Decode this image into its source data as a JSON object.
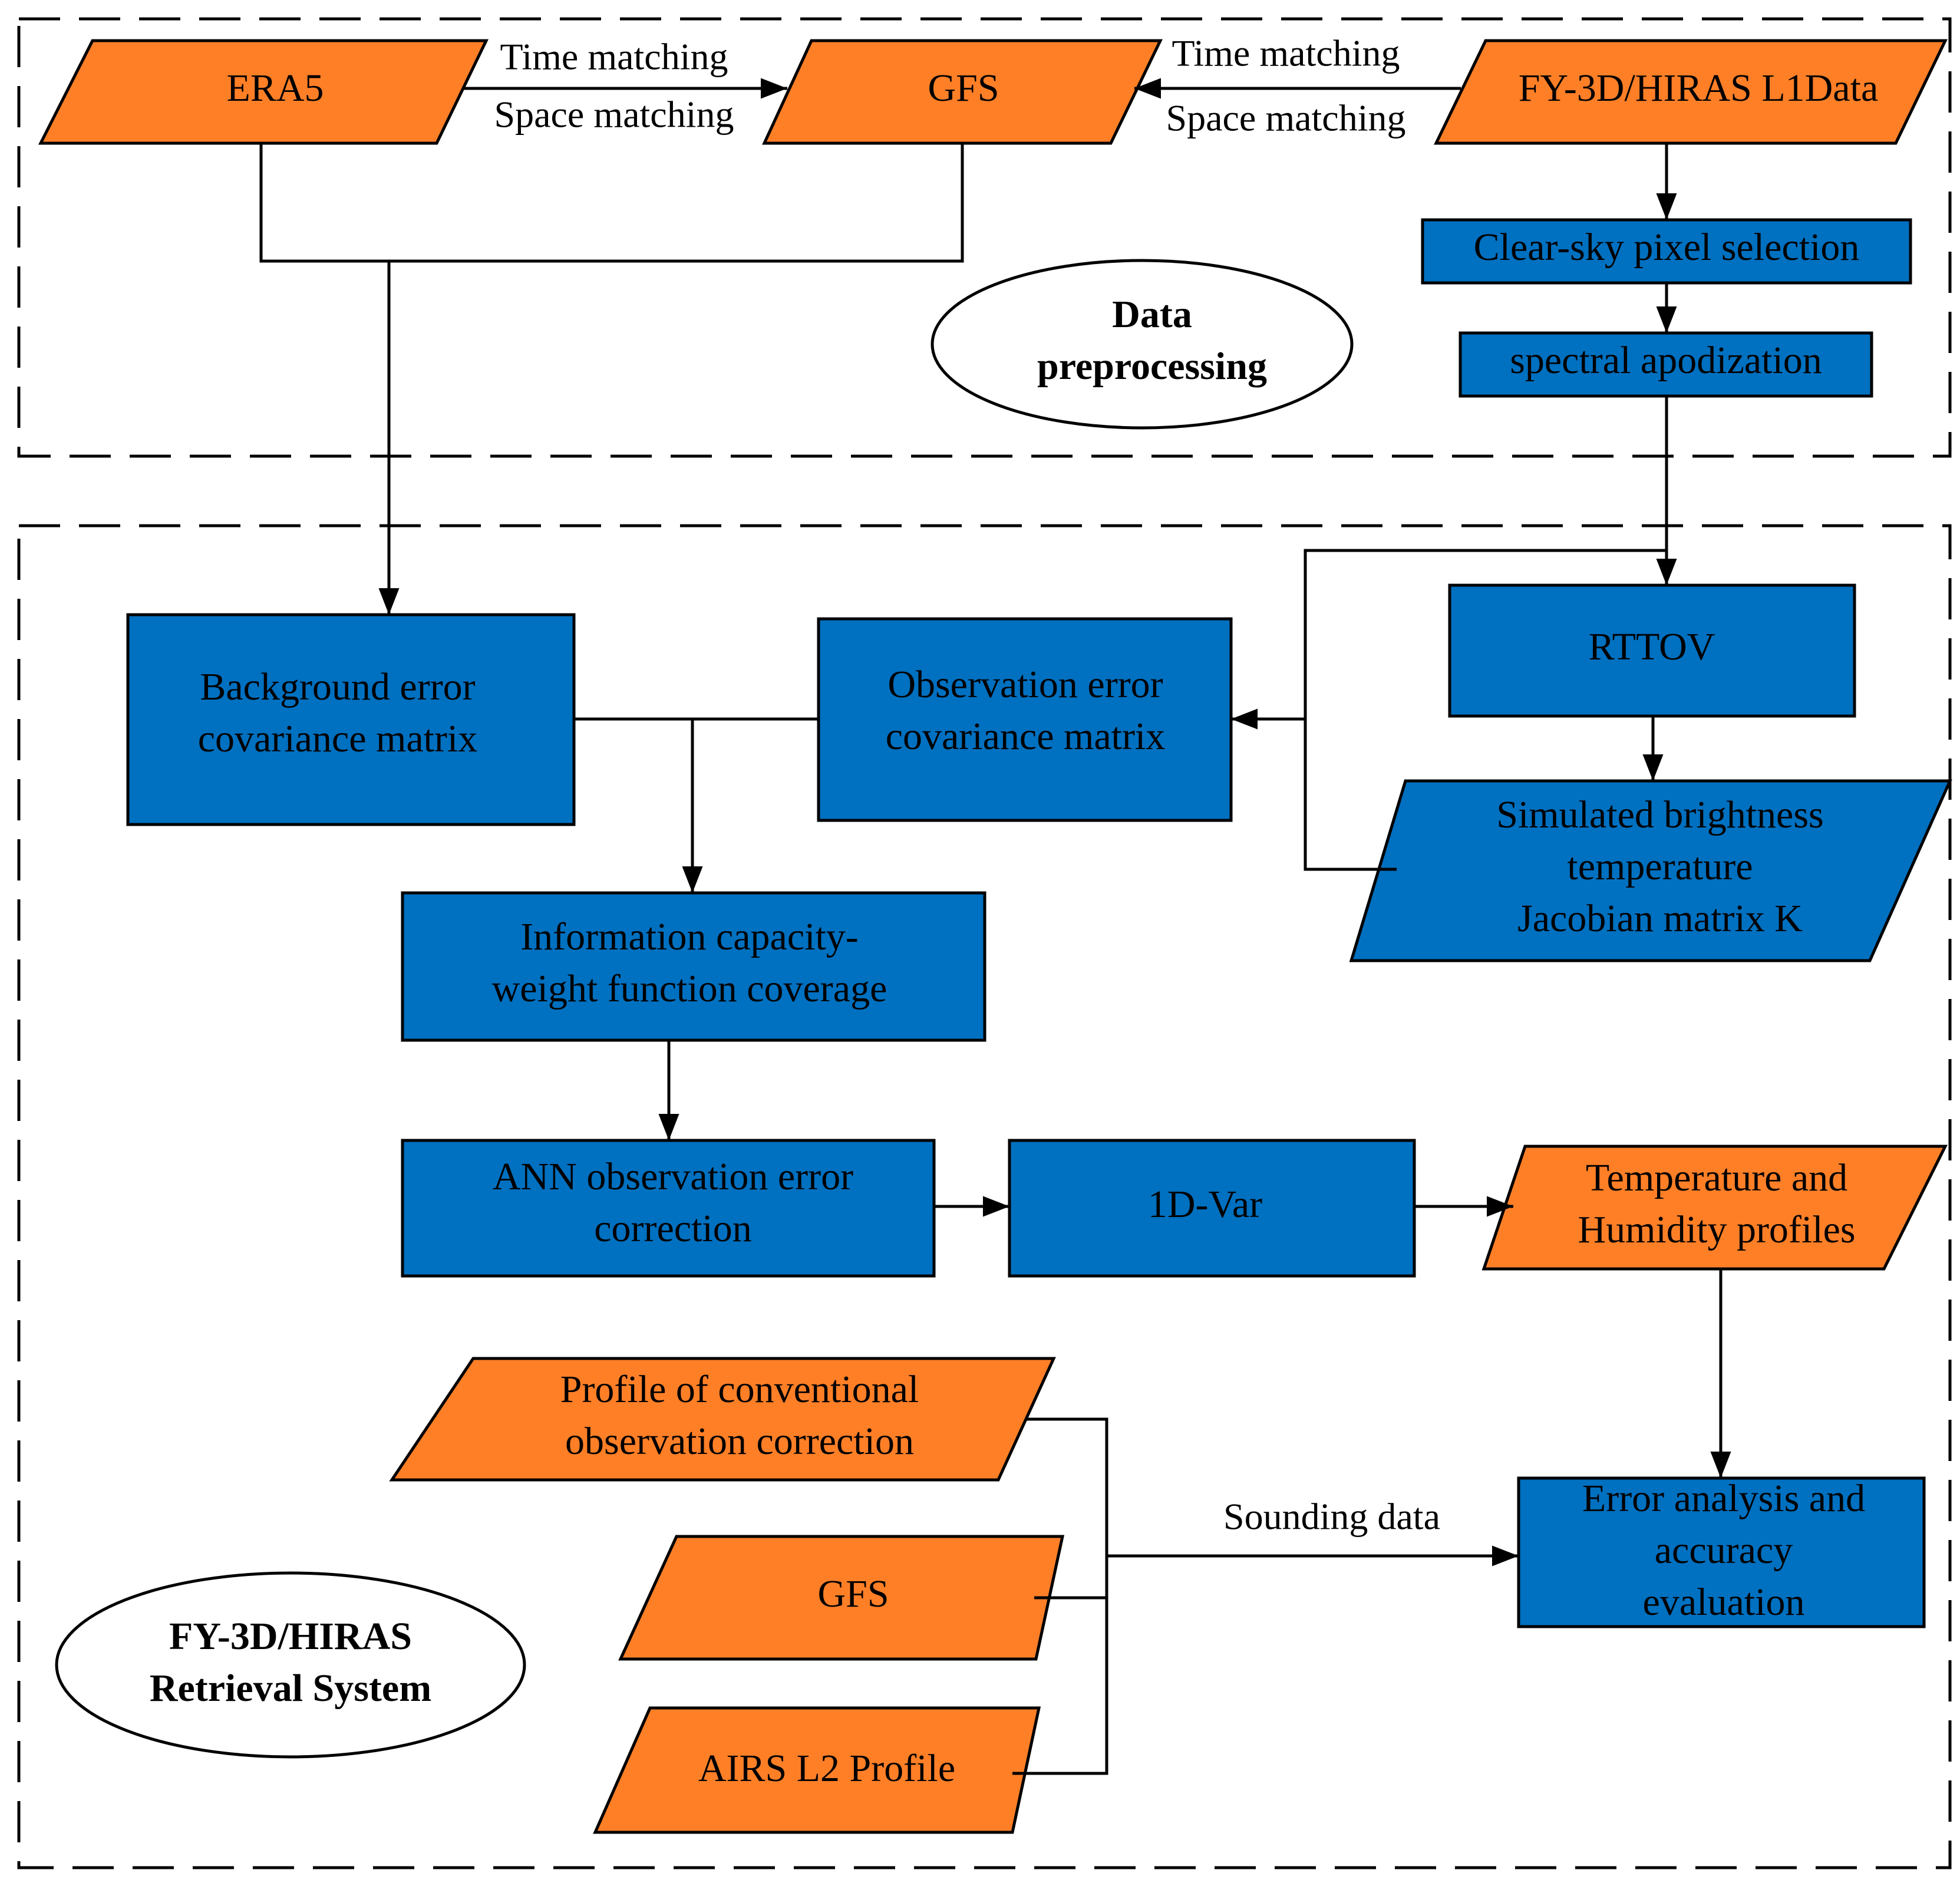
{
  "colors": {
    "orange": "#FF7F27",
    "blue": "#0070C0",
    "stroke": "#000000",
    "background": "#FFFFFF"
  },
  "sections": {
    "preprocessing": [
      "Data",
      "preprocessing"
    ],
    "retrieval": [
      "FY-3D/HIRAS",
      "Retrieval System"
    ]
  },
  "nodes": {
    "era5": [
      "ERA5"
    ],
    "gfs_top": [
      "GFS"
    ],
    "fy3d_l1": [
      "FY-3D/HIRAS L1Data"
    ],
    "clear_sky": [
      "Clear-sky pixel selection"
    ],
    "spectral": [
      "spectral apodization"
    ],
    "rttov": [
      "RTTOV"
    ],
    "bg_error": [
      "Background error",
      "covariance matrix"
    ],
    "obs_error": [
      "Observation error",
      "covariance matrix"
    ],
    "simulated": [
      "Simulated brightness",
      "temperature",
      "Jacobian matrix K"
    ],
    "info_capacity": [
      "Information capacity-",
      "weight function coverage"
    ],
    "ann": [
      "ANN observation error",
      "correction"
    ],
    "var1d": [
      "1D-Var"
    ],
    "temp_hum": [
      "Temperature and",
      "Humidity profiles"
    ],
    "conventional": [
      "Profile of conventional",
      "observation correction"
    ],
    "gfs_bottom": [
      "GFS"
    ],
    "airs": [
      "AIRS L2 Profile"
    ],
    "error_analysis": [
      "Error analysis and",
      "accuracy",
      "evaluation"
    ]
  },
  "edge_labels": {
    "era5_gfs": [
      "Time matching",
      "Space matching"
    ],
    "fy3d_gfs": [
      "Time matching",
      "Space matching"
    ],
    "sounding": [
      "Sounding data"
    ]
  }
}
